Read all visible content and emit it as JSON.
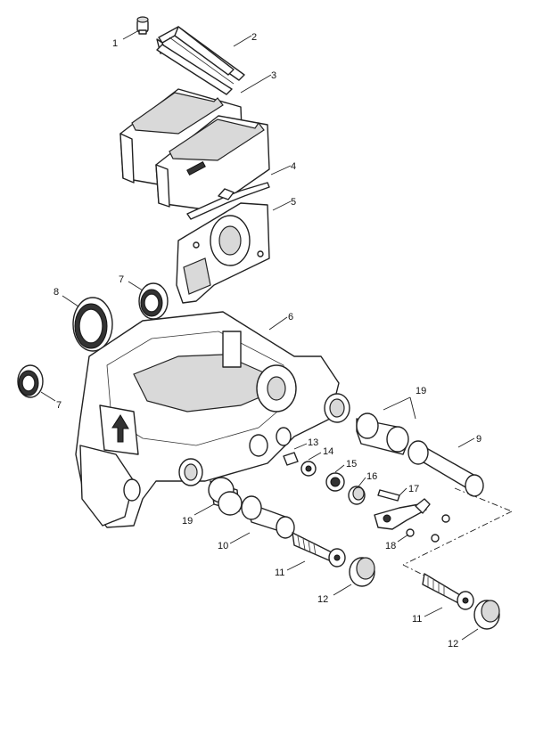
{
  "callouts": [
    {
      "id": "c1",
      "text": "1"
    },
    {
      "id": "c2",
      "text": "2"
    },
    {
      "id": "c3",
      "text": "3"
    },
    {
      "id": "c4",
      "text": "4"
    },
    {
      "id": "c5",
      "text": "5"
    },
    {
      "id": "c6",
      "text": "6"
    },
    {
      "id": "c7a",
      "text": "7"
    },
    {
      "id": "c7b",
      "text": "7"
    },
    {
      "id": "c8",
      "text": "8"
    },
    {
      "id": "c9",
      "text": "9"
    },
    {
      "id": "c10",
      "text": "10"
    },
    {
      "id": "c11a",
      "text": "11"
    },
    {
      "id": "c11b",
      "text": "11"
    },
    {
      "id": "c12a",
      "text": "12"
    },
    {
      "id": "c12b",
      "text": "12"
    },
    {
      "id": "c13",
      "text": "13"
    },
    {
      "id": "c14",
      "text": "14"
    },
    {
      "id": "c15",
      "text": "15"
    },
    {
      "id": "c16",
      "text": "16"
    },
    {
      "id": "c17",
      "text": "17"
    },
    {
      "id": "c18",
      "text": "18"
    },
    {
      "id": "c19a",
      "text": "19"
    },
    {
      "id": "c19b",
      "text": "19"
    }
  ]
}
